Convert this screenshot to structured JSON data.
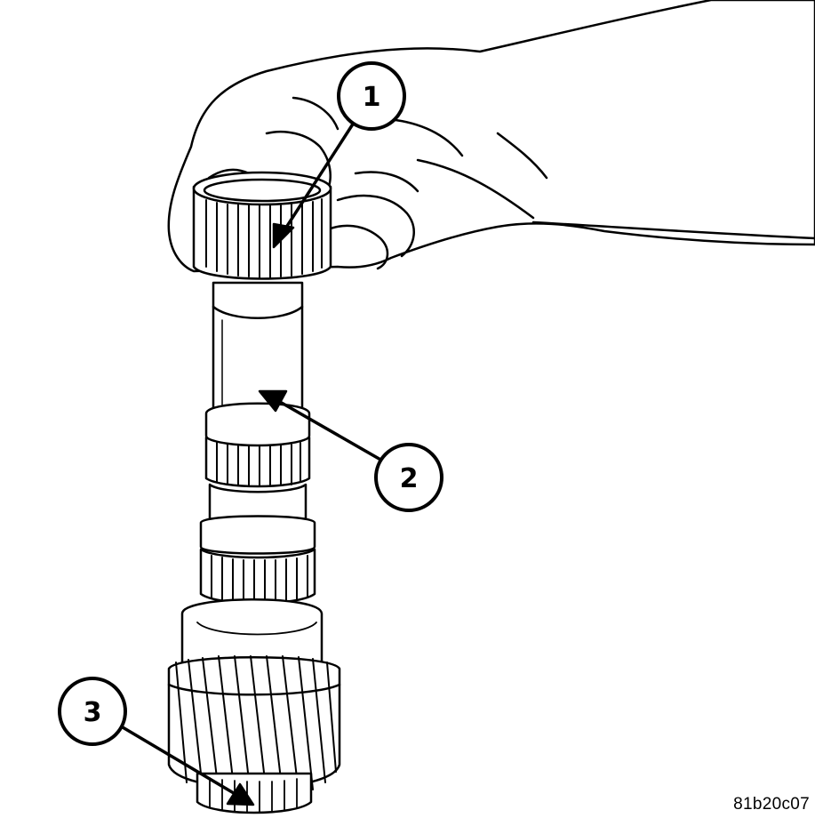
{
  "callouts": [
    {
      "label": "1"
    },
    {
      "label": "2"
    },
    {
      "label": "3"
    }
  ],
  "figure_id": "81b20c07",
  "colors": {
    "ink": "#000000",
    "paper": "#ffffff"
  }
}
